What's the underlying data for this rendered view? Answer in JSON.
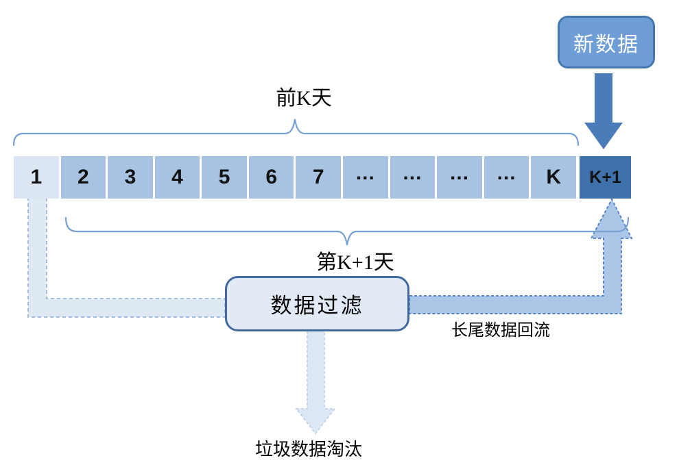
{
  "labels": {
    "front_k_days": "前K天",
    "new_data": "新数据",
    "day_k_plus_1": "第K+1天",
    "data_filter": "数据过滤",
    "long_tail_backflow": "长尾数据回流",
    "garbage_elimination": "垃圾数据淘汰"
  },
  "timeline": {
    "cells": [
      "1",
      "2",
      "3",
      "4",
      "5",
      "6",
      "7",
      "...",
      "...",
      "...",
      "...",
      "K"
    ],
    "new_cell": "K+1"
  },
  "colors": {
    "cell_light": "#dce6f2",
    "cell_mid": "#a8c3e2",
    "cell_dark": "#3f72ad",
    "cell_text": "#121212",
    "new_data_fill": "#6f9ed7",
    "new_data_border": "#4576ae",
    "new_data_text": "#ffffff",
    "solid_arrow": "#4a7cb8",
    "brace": "#76a1d3",
    "filter_fill": "#e2eaf5",
    "filter_border": "#41699e",
    "left_band_fill": "#dfe9f4",
    "left_band_stroke": "#a3bcdc",
    "right_band_fill": "#aac5e5",
    "right_band_stroke": "#5585c5",
    "bottom_arrow_fill": "#dce7f3",
    "bottom_arrow_stroke": "#c3d4ea",
    "label_text": "#000000"
  }
}
